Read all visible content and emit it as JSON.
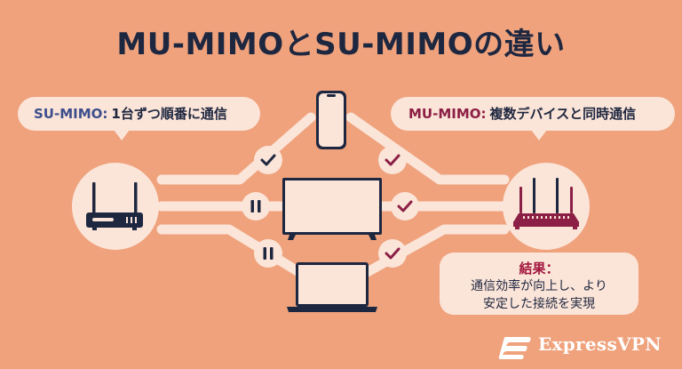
{
  "title": "MU-MIMOとSU-MIMOの違い",
  "su_bubble": {
    "label": "SU-MIMO:",
    "text": "1台ずつ順番に通信"
  },
  "mu_bubble": {
    "label": "MU-MIMO:",
    "text": "複数デバイスと同時通信"
  },
  "result": {
    "title": "結果：",
    "lines": [
      "通信効率が向上し、より",
      "安定した接続を実現"
    ]
  },
  "brand": {
    "name": "ExpressVPN"
  },
  "colors": {
    "background": "#EFA27C",
    "su_label": "#3D4F8C",
    "mu_label": "#8C1F45",
    "result_title": "#A3163E",
    "text_dark": "#1E2740",
    "bubble": "#FBE4D8"
  },
  "icons": [
    "check-icon",
    "pause-icon",
    "router-icon",
    "phone-icon",
    "tv-icon",
    "laptop-icon",
    "expressvpn-logo-icon"
  ]
}
